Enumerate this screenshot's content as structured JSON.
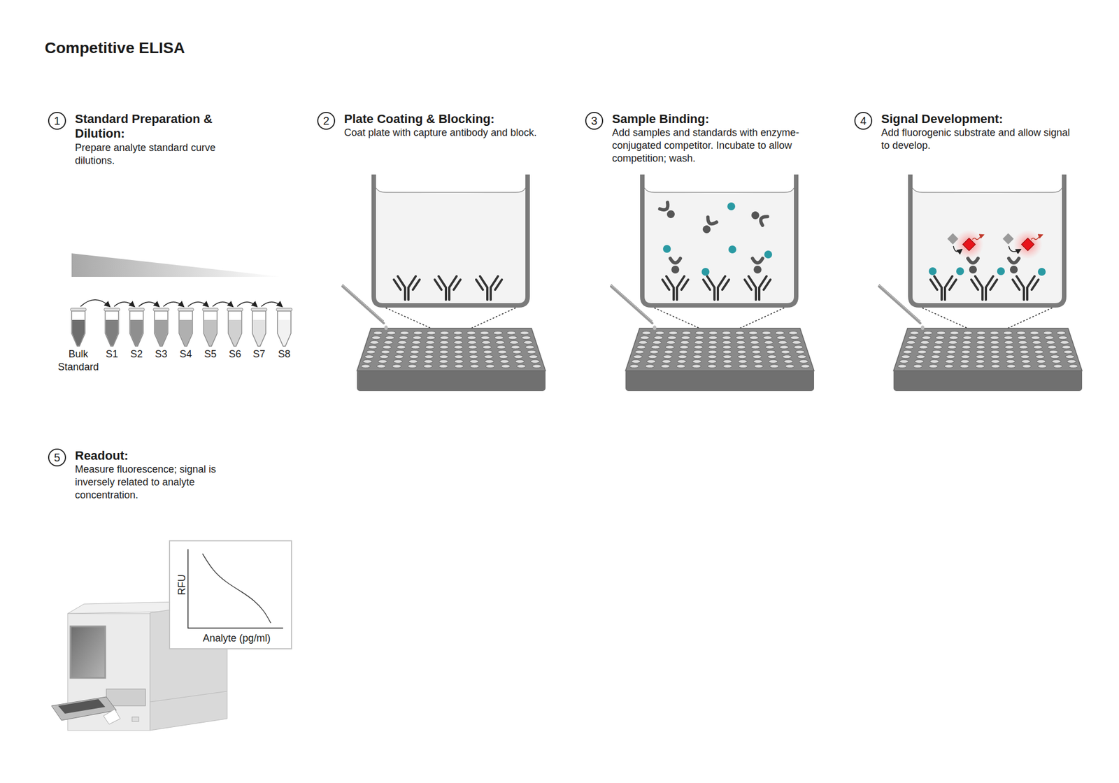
{
  "diagram": {
    "title": "Competitive ELISA",
    "nodes": [
      {
        "text": [
          "1",
          "Standard Preparation & Dilution:",
          "Prepare analyte standard curve dilutions."
        ]
      },
      {
        "text": [
          "2",
          "Plate Coating & Blocking:",
          "Coat plate with capture antibody and block."
        ]
      },
      {
        "text": [
          "3",
          "Sample Binding:",
          "Add samples and standards with enzyme-conjugated competitor. Incubate to allow competition; wash."
        ]
      },
      {
        "text": [
          "4",
          "Signal Development:",
          "Add fluorogenic substrate and allow signal to develop."
        ]
      },
      {
        "text": [
          "5",
          "Readout:",
          "Measure fluorescence; signal is inversely related to analyte concentration."
        ]
      },
      {
        "text": [
          "RFU",
          "Analyte (pg/ml)"
        ]
      }
    ],
    "labels": [
      "Bulk Standard",
      "S1",
      "S2",
      "S3",
      "S4",
      "S5",
      "S6",
      "S7",
      "S8"
    ]
  }
}
